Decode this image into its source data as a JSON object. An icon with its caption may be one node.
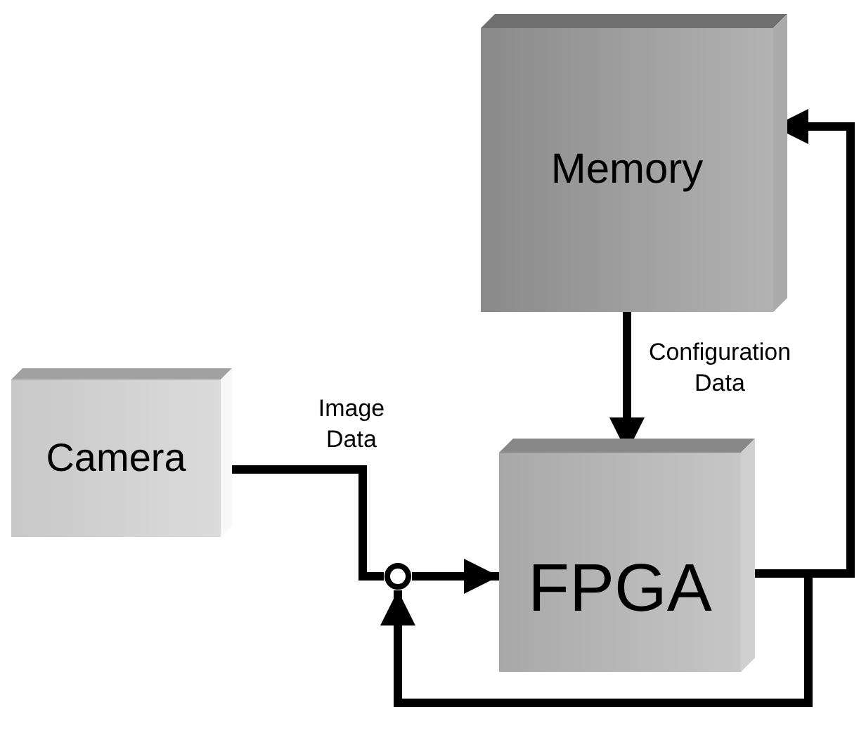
{
  "diagram": {
    "nodes": [
      {
        "text": [
          "Memory"
        ]
      },
      {
        "text": [
          "Camera"
        ]
      },
      {
        "text": [
          "FPGA"
        ]
      },
      {
        "text": [],
        "shape": "circle"
      }
    ],
    "edges": [
      {
        "from": 0,
        "to": 2,
        "arrow": "to",
        "label": "Configuration Data"
      },
      {
        "from": 1,
        "to": 3,
        "arrow": "none",
        "label": "Image Data"
      },
      {
        "from": 3,
        "to": 2,
        "arrow": "to"
      },
      {
        "from": 2,
        "to": 0,
        "arrow": "to"
      },
      {
        "from": 2,
        "to": 3,
        "arrow": "to"
      }
    ]
  }
}
